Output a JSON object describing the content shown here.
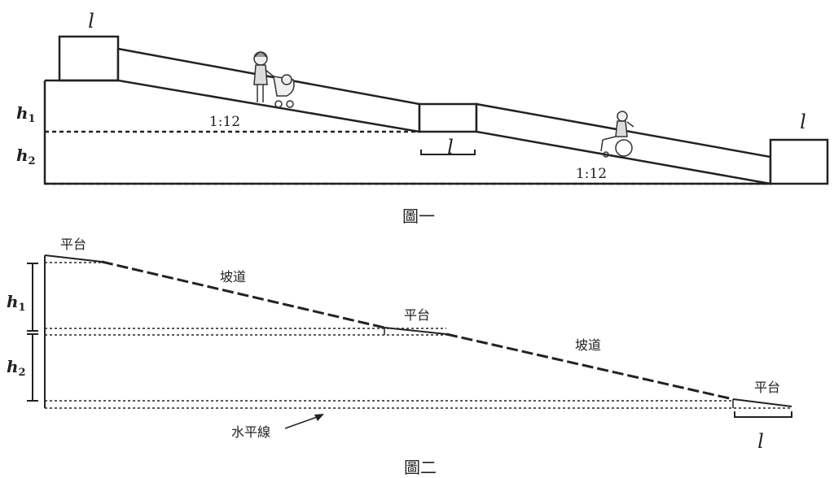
{
  "figure1": {
    "caption": "圖一",
    "platform_length_label": "l",
    "h1_label": "h",
    "h1_sub": "1",
    "h2_label": "h",
    "h2_sub": "2",
    "ramp_ratio_upper": "1:12",
    "ramp_ratio_lower": "1:12"
  },
  "figure2": {
    "caption": "圖二",
    "platform_label": "平台",
    "ramp_label": "坡道",
    "horizontal_label": "水平線",
    "h1_label": "h",
    "h1_sub": "1",
    "h2_label": "h",
    "h2_sub": "2",
    "platform_length_label": "l"
  }
}
